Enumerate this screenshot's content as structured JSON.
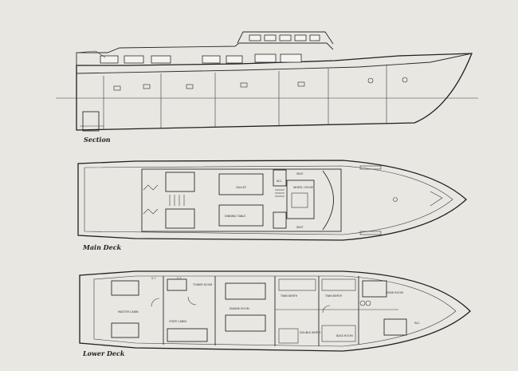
{
  "drawings": {
    "section": {
      "caption": "Section"
    },
    "main_deck": {
      "caption": "Main Deck",
      "labels": [
        "GALLEY",
        "W.C.",
        "WHEEL HOUSE",
        "SEAT",
        "SEAT",
        "DINNING TABLE"
      ]
    },
    "lower_deck": {
      "caption": "Lower Deck",
      "labels": [
        "S.T.",
        "S.T.",
        "TOWER ROOM",
        "ENGINE ROOM",
        "TWIN BERTH",
        "TWIN BERTH",
        "MASTER CABIN",
        "STATE CABIN",
        "DOUBLE BERTH",
        "BASS ROOM",
        "CREW ROOM",
        "W.C."
      ]
    }
  },
  "colors": {
    "paper": "#e9e7e2",
    "ink": "#2b2b2b"
  }
}
